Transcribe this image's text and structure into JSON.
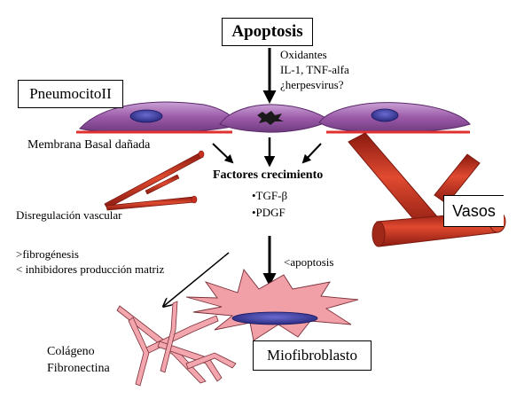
{
  "title": "Apoptosis",
  "triggers": [
    "Oxidantes",
    "IL-1, TNF-alfa",
    "¿herpesvirus?"
  ],
  "cell_label": "PneumocitoII",
  "basement_label": "Membrana Basal dañada",
  "vascular_label": "Disregulación vascular",
  "growth_factors": {
    "heading": "Factores crecimiento",
    "items": [
      "•TGF-β",
      "•PDGF"
    ]
  },
  "vessels_label": "Vasos",
  "fibrogenesis": [
    ">fibrogénesis",
    "< inhibidores producción matriz"
  ],
  "apoptosis_reduced": "<apoptosis",
  "matrix_label": [
    "Colágeno",
    "Fibronectina"
  ],
  "myofibroblast_label": "Miofibroblasto",
  "colors": {
    "cell_fill": "#9b5aa8",
    "nucleus": "#4040a0",
    "membrane": "#e03030",
    "vessel": "#c83020",
    "myofibroblast": "#f2a0a8"
  }
}
